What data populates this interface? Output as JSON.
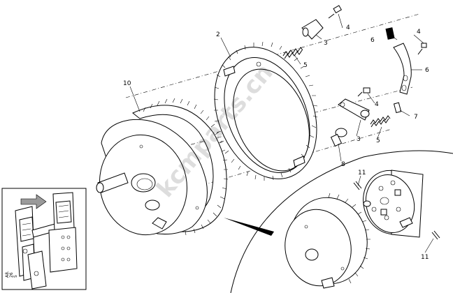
{
  "callouts": {
    "c10": "10",
    "c2": "2",
    "c4a": "4",
    "c3a": "3",
    "c5a": "5",
    "c4b": "4",
    "c6a": "6",
    "c6b": "6",
    "c4c": "4",
    "c7": "7",
    "c3b": "3",
    "c5b": "5",
    "c8": "8",
    "c11a": "11",
    "c11b": "11"
  },
  "inset": {
    "code_line1": "A8.",
    "code_line2": "26",
    "code_line3": "5"
  },
  "watermark": "kcmparts.cn"
}
